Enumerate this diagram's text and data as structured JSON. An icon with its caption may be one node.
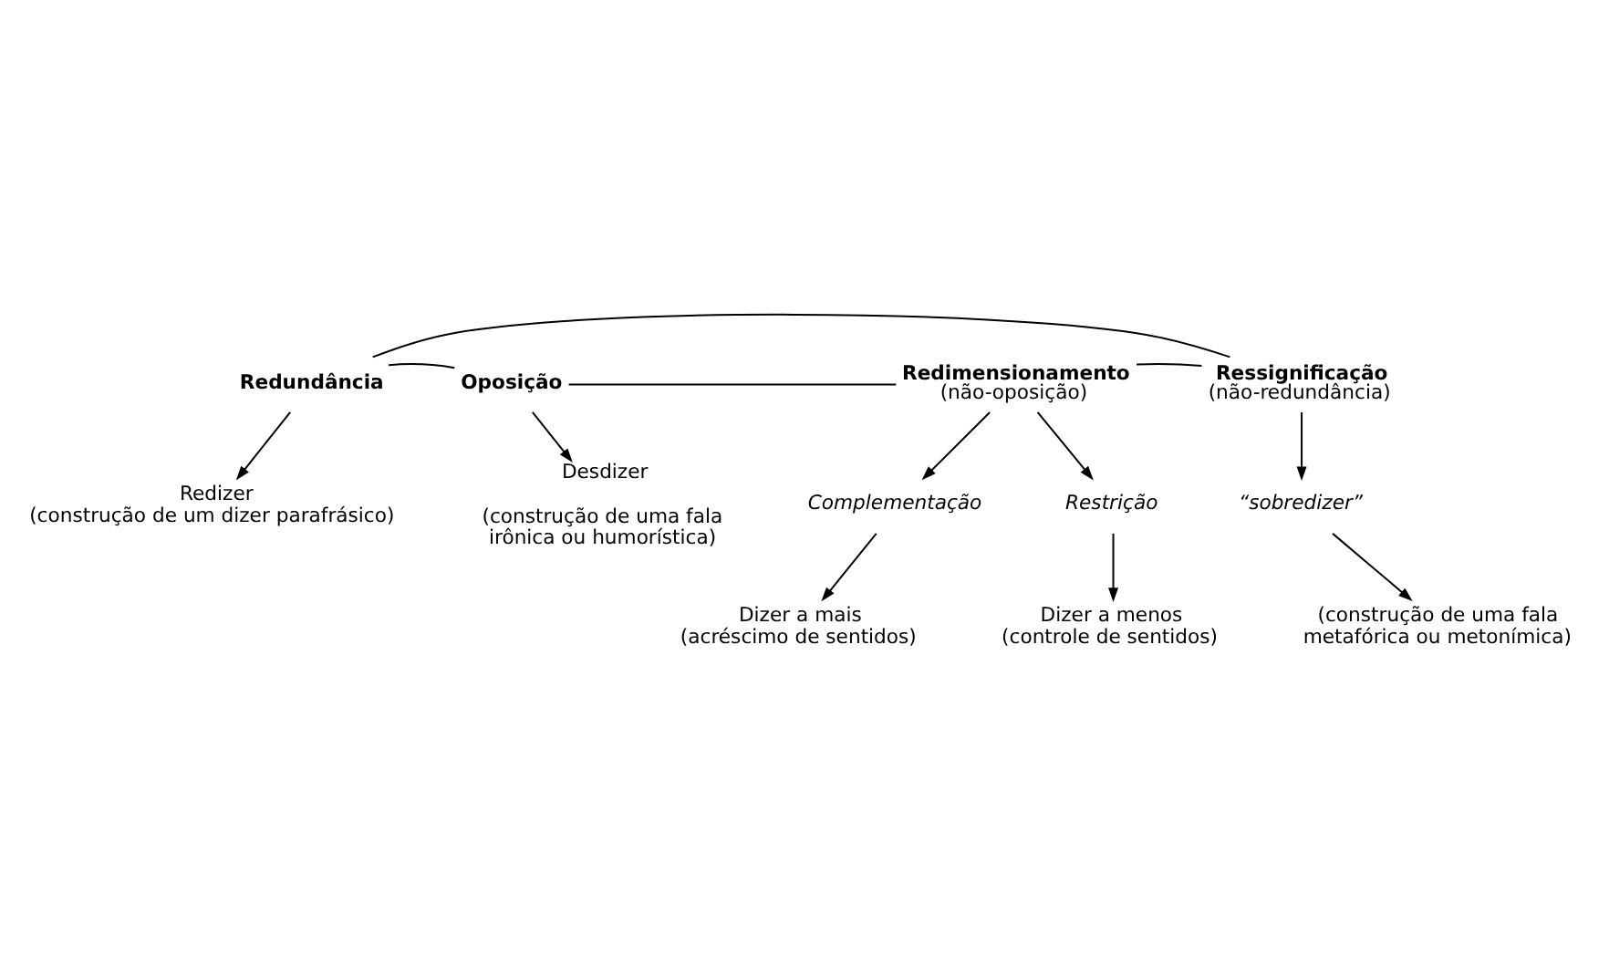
{
  "diagram": {
    "nodes": [
      {
        "text": [
          "Redundância"
        ]
      },
      {
        "text": [
          "Oposição"
        ]
      },
      {
        "text": [
          "Redizer",
          "(construção de um dizer parafrásico)"
        ]
      },
      {
        "text": [
          "Desdizer",
          "(construção de uma fala irônica ou humorística)"
        ]
      },
      {
        "text": [
          "Redimensionamento",
          "(não-oposição)"
        ]
      },
      {
        "text": [
          "Ressignificação",
          "(não-redundância)"
        ]
      },
      {
        "text": [
          "Complementação"
        ]
      },
      {
        "text": [
          "Restrição"
        ]
      },
      {
        "text": [
          "“sobredizer”"
        ]
      },
      {
        "text": [
          "Dizer a mais",
          "(acréscimo de sentidos)"
        ]
      },
      {
        "text": [
          "Dizer a menos",
          "(controle de sentidos)"
        ]
      },
      {
        "text": [
          "(construção de uma fala metafórica ou metonímica)"
        ]
      }
    ],
    "edges": [
      {
        "from": 0,
        "to": 1,
        "arrow": "none"
      },
      {
        "from": 0,
        "to": 5,
        "arrow": "none"
      },
      {
        "from": 1,
        "to": 4,
        "arrow": "none"
      },
      {
        "from": 4,
        "to": 5,
        "arrow": "none"
      },
      {
        "from": 0,
        "to": 2,
        "arrow": "to"
      },
      {
        "from": 1,
        "to": 3,
        "arrow": "to"
      },
      {
        "from": 4,
        "to": 6,
        "arrow": "to"
      },
      {
        "from": 4,
        "to": 7,
        "arrow": "to"
      },
      {
        "from": 5,
        "to": 8,
        "arrow": "to"
      },
      {
        "from": 6,
        "to": 9,
        "arrow": "to"
      },
      {
        "from": 7,
        "to": 10,
        "arrow": "to"
      },
      {
        "from": 8,
        "to": 11,
        "arrow": "to"
      }
    ]
  }
}
